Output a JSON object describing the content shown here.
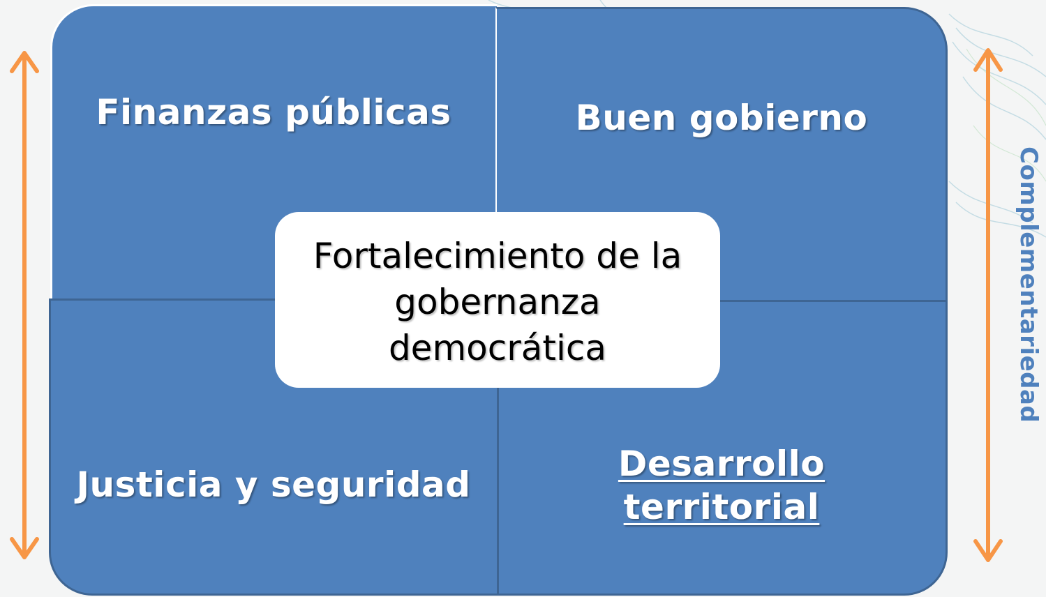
{
  "diagram": {
    "center": {
      "lines": [
        "Fortalecimiento de la",
        "gobernanza",
        "democrática"
      ]
    },
    "quadrants": {
      "top_left": "Finanzas públicas",
      "top_right": "Buen gobierno",
      "bottom_left": "Justicia y seguridad",
      "bottom_right": [
        "Desarrollo",
        "territorial"
      ]
    },
    "side_label": "Complementariedad",
    "colors": {
      "quadrant_fill": "#4f81bd",
      "arrow": "#f79646",
      "side_label": "#4f81bd",
      "center_fill": "#ffffff"
    },
    "icons": {
      "left_arrow": "double-headed-vertical-arrow",
      "right_arrow": "double-headed-vertical-arrow"
    }
  }
}
